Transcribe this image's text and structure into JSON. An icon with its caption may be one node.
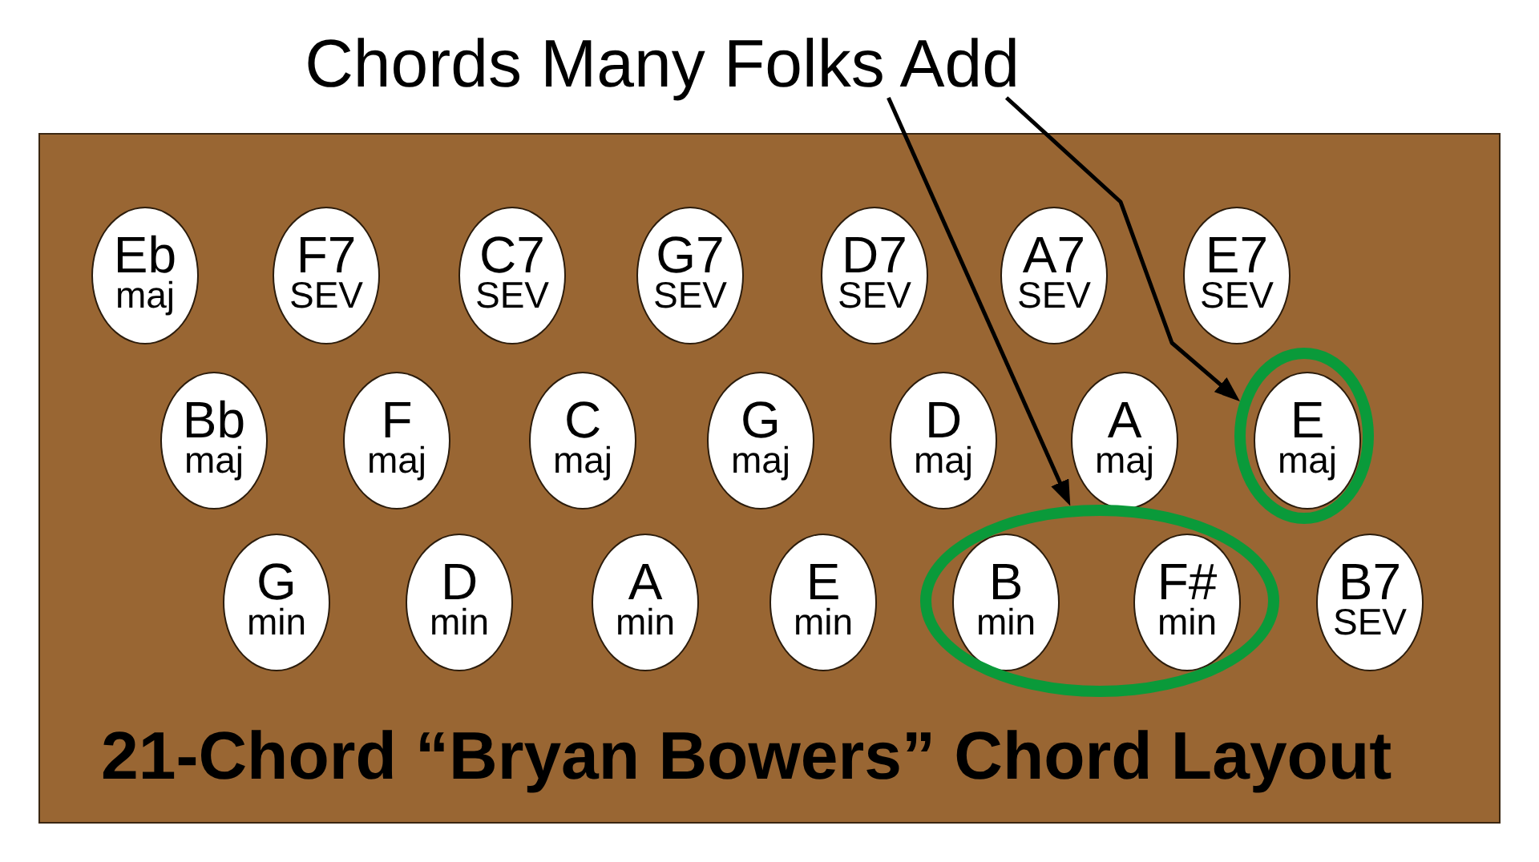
{
  "diagram": {
    "nodes": [
      {
        "text": [
          "Chords Many Folks Add"
        ]
      },
      {
        "text": [
          "21-Chord “Bryan Bowers” Chord Layout"
        ]
      },
      {
        "text": [
          "Eb",
          "maj"
        ],
        "in": 1
      },
      {
        "text": [
          "F7",
          "SEV"
        ],
        "in": 1
      },
      {
        "text": [
          "C7",
          "SEV"
        ],
        "in": 1
      },
      {
        "text": [
          "G7",
          "SEV"
        ],
        "in": 1
      },
      {
        "text": [
          "D7",
          "SEV"
        ],
        "in": 1
      },
      {
        "text": [
          "A7",
          "SEV"
        ],
        "in": 1
      },
      {
        "text": [
          "E7",
          "SEV"
        ],
        "in": 1
      },
      {
        "text": [
          "Bb",
          "maj"
        ],
        "in": 1
      },
      {
        "text": [
          "F",
          "maj"
        ],
        "in": 1
      },
      {
        "text": [
          "C",
          "maj"
        ],
        "in": 1
      },
      {
        "text": [
          "G",
          "maj"
        ],
        "in": 1
      },
      {
        "text": [
          "D",
          "maj"
        ],
        "in": 1
      },
      {
        "text": [
          "A",
          "maj"
        ],
        "in": 1
      },
      {
        "text": [],
        "shape": "ellipse",
        "in": 1
      },
      {
        "text": [
          "E",
          "maj"
        ],
        "in": 15
      },
      {
        "text": [
          "G",
          "min"
        ],
        "in": 1
      },
      {
        "text": [
          "D",
          "min"
        ],
        "in": 1
      },
      {
        "text": [
          "A",
          "min"
        ],
        "in": 1
      },
      {
        "text": [
          "E",
          "min"
        ],
        "in": 1
      },
      {
        "text": [],
        "shape": "ellipse",
        "in": 1
      },
      {
        "text": [
          "B",
          "min"
        ],
        "in": 21
      },
      {
        "text": [
          "F#",
          "min"
        ],
        "in": 21
      },
      {
        "text": [
          "B7",
          "SEV"
        ],
        "in": 1
      }
    ],
    "edges": [
      {
        "from": 0,
        "to": 21,
        "arrow": "to"
      },
      {
        "from": 0,
        "to": 15,
        "arrow": "to"
      }
    ]
  }
}
